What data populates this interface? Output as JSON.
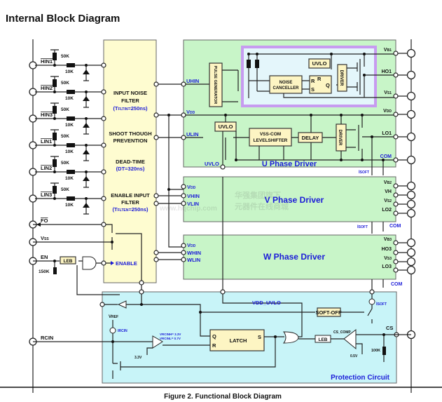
{
  "title": "Internal Block Diagram",
  "caption": "Figure 2.  Functional Block Diagram",
  "colors": {
    "control_block": "#fefcd0",
    "driver_block": "#c8f5c8",
    "protection_block": "#c8f4f8",
    "highlight_border": "#c79bf0",
    "label_blue": "#1b1bd8"
  },
  "left_pins": [
    {
      "name": "HIN1",
      "overbar": true
    },
    {
      "name": "HIN2",
      "overbar": true
    },
    {
      "name": "HIN3",
      "overbar": true
    },
    {
      "name": "LIN1",
      "overbar": true
    },
    {
      "name": "LIN2",
      "overbar": true
    },
    {
      "name": "LIN3",
      "overbar": true
    },
    {
      "name": "FO",
      "overbar": true
    },
    {
      "name": "V",
      "sub": "SS"
    },
    {
      "name": "EN"
    },
    {
      "name": "RCIN"
    }
  ],
  "input_resistors": {
    "pullup": "50K",
    "series": "10K"
  },
  "en_resistor": "150K",
  "control_block": {
    "noise_filter": [
      "INPUT NOISE",
      "FILTER"
    ],
    "noise_filter_param": {
      "t": "T",
      "sub": "FLTIN",
      "val": "=250ns"
    },
    "shoot_through": [
      "SHOOT THOUGH",
      "PREVENTION"
    ],
    "dead_time": "DEAD-TIME",
    "dead_time_param": "(DT=320ns)",
    "enable_filter": [
      "ENABLE INPUT",
      "FILTER"
    ],
    "enable_filter_param": {
      "t": "T",
      "sub": "FLTEN",
      "val": "=250ns"
    },
    "enable_label": "ENABLE",
    "leb": "LEB"
  },
  "u_phase": {
    "title": "U Phase Driver",
    "inputs": {
      "uhin": "UHIN",
      "vdd": "V",
      "vdd_sub": "DD",
      "ulin": "ULIN",
      "uvlo_out": "UVLO"
    },
    "pulse_generator": "PULSE GENERATOR",
    "noise_canceller": [
      "NOISE",
      "CANCELLER"
    ],
    "latch": {
      "r_in": "R",
      "s_in": "S",
      "r": "R",
      "q": "Q"
    },
    "uvlo_high": "UVLO",
    "driver": "DRIVER",
    "uvlo_low": "UVLO",
    "level_shifter": [
      "VSS-COM",
      "LEVELSHIFTER"
    ],
    "delay": "DELAY",
    "outputs": [
      {
        "name": "V",
        "sub": "B1"
      },
      {
        "name": "HO1"
      },
      {
        "name": "V",
        "sub": "S1"
      },
      {
        "name": "V",
        "sub": "DD"
      },
      {
        "name": "LO1"
      },
      {
        "name": "COM"
      }
    ],
    "isoft": {
      "name": "I",
      "sub": "SOFT"
    }
  },
  "v_phase": {
    "title": "V  Phase  Driver",
    "inputs": [
      {
        "name": "V",
        "sub": "DD"
      },
      {
        "name": "VHIN"
      },
      {
        "name": "VLIN"
      }
    ],
    "outputs": [
      {
        "name": "V",
        "sub": "B2"
      },
      {
        "name": "VH"
      },
      {
        "name": "V",
        "sub": "S2"
      },
      {
        "name": "LO2"
      }
    ],
    "com": "COM",
    "isoft": {
      "name": "I",
      "sub": "SOFT"
    }
  },
  "w_phase": {
    "title": "W Phase Driver",
    "inputs": [
      {
        "name": "V",
        "sub": "DD"
      },
      {
        "name": "WHIN"
      },
      {
        "name": "WLIN"
      }
    ],
    "outputs": [
      {
        "name": "V",
        "sub": "B3"
      },
      {
        "name": "HO3"
      },
      {
        "name": "V",
        "sub": "S3"
      },
      {
        "name": "LO3"
      }
    ],
    "com": "COM"
  },
  "protection": {
    "title": "Protection Circuit",
    "vdd_uvlo": "VDD_UVLO",
    "soft_off": "SOFT-OFF",
    "isoft": {
      "name": "I",
      "sub": "SOFT"
    },
    "vref": {
      "name": "V",
      "sub": "REF"
    },
    "ircin": {
      "name": "I",
      "sub": "RCIN"
    },
    "thresholds": [
      "V",
      "RCINH",
      "= 3.3V",
      "V",
      "RCINL",
      "= 0.7V"
    ],
    "ref_3v3": "3.3V",
    "latch": {
      "title": "LATCH",
      "q": "Q",
      "r": "R",
      "s": "S"
    },
    "leb": "LEB",
    "cs_comp": "CS_COMP",
    "ref_0v5": "0.5V",
    "cs_resistor": "100K",
    "cs_pin": "CS"
  },
  "watermark": [
    "华强集团旗下",
    "元器件在线商城",
    "www.hqchip.com"
  ]
}
